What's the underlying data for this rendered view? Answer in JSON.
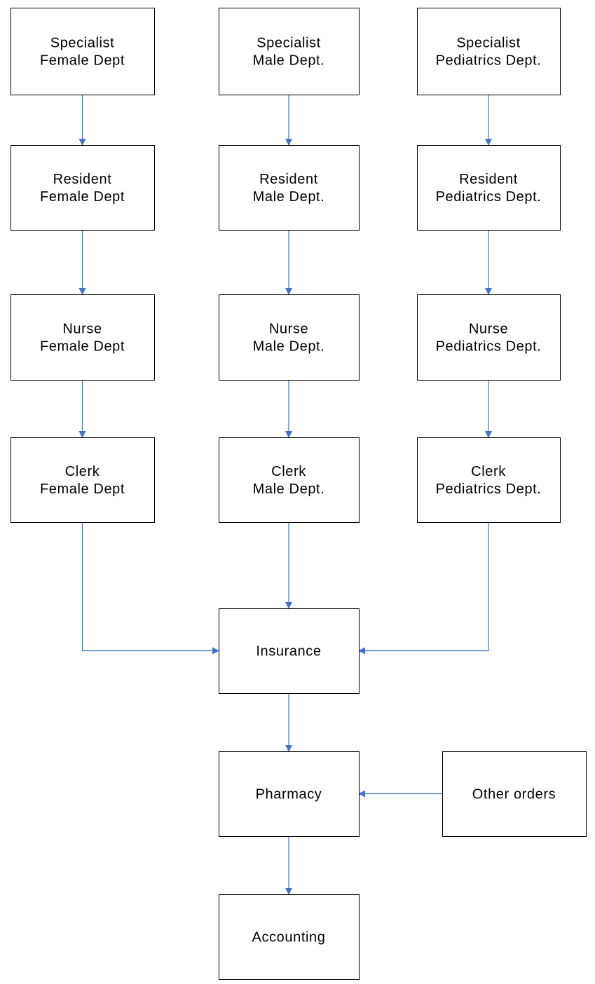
{
  "colors": {
    "connector": "#4472c4",
    "box_border": "#000000",
    "text": "#000000"
  },
  "boxes": {
    "specialist_female": [
      "Specialist",
      "Female Dept"
    ],
    "specialist_male": [
      "Specialist",
      "Male Dept."
    ],
    "specialist_pediatrics": [
      "Specialist",
      "Pediatrics Dept."
    ],
    "resident_female": [
      "Resident",
      "Female Dept"
    ],
    "resident_male": [
      "Resident",
      "Male Dept."
    ],
    "resident_pediatrics": [
      "Resident",
      "Pediatrics Dept."
    ],
    "nurse_female": [
      "Nurse",
      "Female Dept"
    ],
    "nurse_male": [
      "Nurse",
      "Male Dept."
    ],
    "nurse_pediatrics": [
      "Nurse",
      "Pediatrics Dept."
    ],
    "clerk_female": [
      "Clerk",
      "Female Dept"
    ],
    "clerk_male": [
      "Clerk",
      "Male Dept."
    ],
    "clerk_pediatrics": [
      "Clerk",
      "Pediatrics Dept."
    ],
    "insurance": [
      "Insurance"
    ],
    "pharmacy": [
      "Pharmacy"
    ],
    "other_orders": [
      "Other orders"
    ],
    "accounting": [
      "Accounting"
    ]
  },
  "edges": [
    [
      "specialist_female",
      "resident_female"
    ],
    [
      "specialist_male",
      "resident_male"
    ],
    [
      "specialist_pediatrics",
      "resident_pediatrics"
    ],
    [
      "resident_female",
      "nurse_female"
    ],
    [
      "resident_male",
      "nurse_male"
    ],
    [
      "resident_pediatrics",
      "nurse_pediatrics"
    ],
    [
      "nurse_female",
      "clerk_female"
    ],
    [
      "nurse_male",
      "clerk_male"
    ],
    [
      "nurse_pediatrics",
      "clerk_pediatrics"
    ],
    [
      "clerk_female",
      "insurance"
    ],
    [
      "clerk_male",
      "insurance"
    ],
    [
      "clerk_pediatrics",
      "insurance"
    ],
    [
      "insurance",
      "pharmacy"
    ],
    [
      "other_orders",
      "pharmacy"
    ],
    [
      "pharmacy",
      "accounting"
    ]
  ]
}
